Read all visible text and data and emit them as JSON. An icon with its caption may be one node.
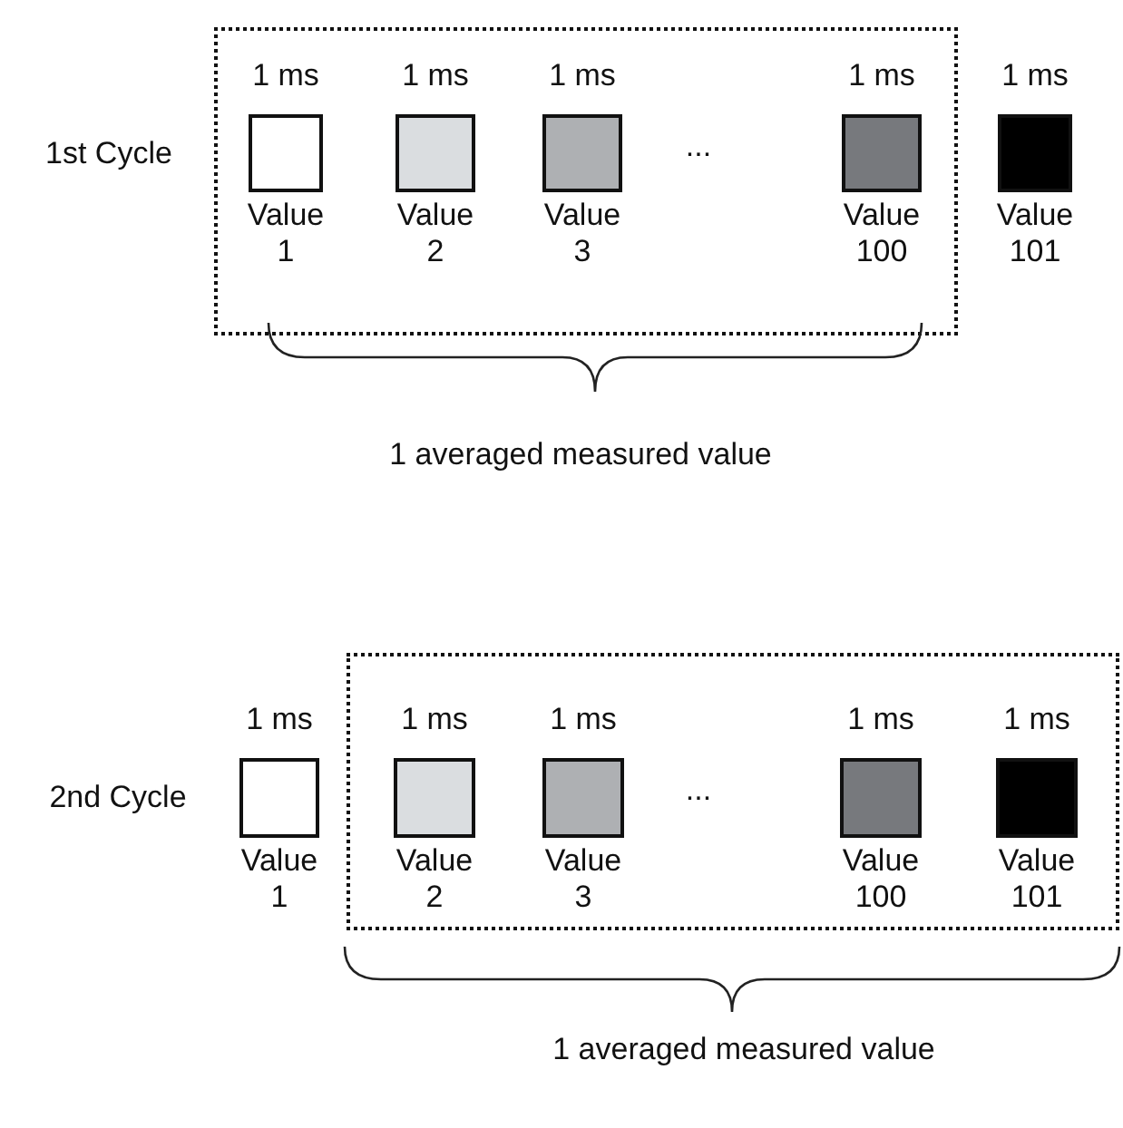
{
  "diagram": {
    "nodes": [
      {
        "text": [],
        "shape": "box"
      },
      {
        "text": [],
        "shape": "box",
        "in": 0,
        "beside": [
          "1 ms",
          "Value 1"
        ]
      },
      {
        "text": [],
        "shape": "box",
        "in": 0,
        "beside": [
          "1 ms",
          "Value 2"
        ]
      },
      {
        "text": [],
        "shape": "box",
        "in": 0,
        "beside": [
          "1 ms",
          "Value 3"
        ]
      },
      {
        "text": [],
        "shape": "box",
        "in": 0,
        "beside": [
          "1 ms",
          "Value 100"
        ]
      },
      {
        "text": [],
        "shape": "box",
        "beside": [
          "1 ms",
          "Value 101"
        ]
      },
      {
        "text": [],
        "shape": "box",
        "beside": [
          "1 ms",
          "Value 1"
        ]
      },
      {
        "text": [],
        "shape": "box"
      },
      {
        "text": [],
        "shape": "box",
        "in": 7,
        "beside": [
          "1 ms",
          "Value 2"
        ]
      },
      {
        "text": [],
        "shape": "box",
        "in": 7,
        "beside": [
          "1 ms",
          "Value 3"
        ]
      },
      {
        "text": [],
        "shape": "box",
        "in": 7,
        "beside": [
          "1 ms",
          "Value 100"
        ]
      },
      {
        "text": [],
        "shape": "box",
        "in": 7,
        "beside": [
          "1 ms",
          "Value 101"
        ]
      }
    ],
    "edges": [],
    "labels": [
      "1st Cycle",
      "...",
      "1 averaged measured value",
      "2nd Cycle",
      "...",
      "1 averaged measured value"
    ]
  }
}
